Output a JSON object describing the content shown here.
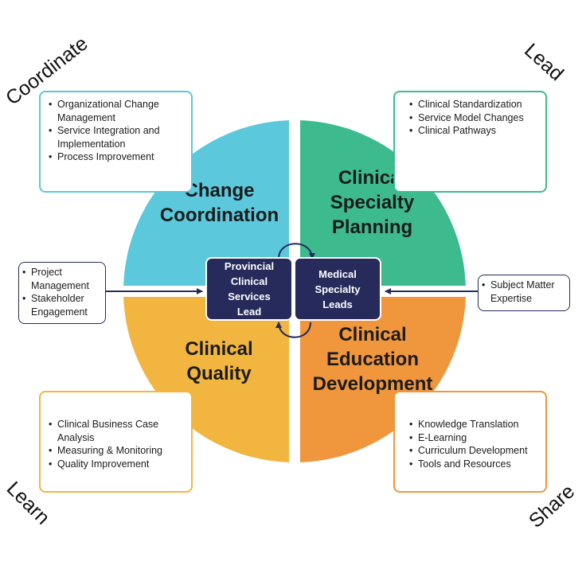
{
  "corners": {
    "top_left": "Coordinate",
    "top_right": "Lead",
    "bottom_left": "Learn",
    "bottom_right": "Share"
  },
  "quadrants": {
    "top_left": {
      "title": "Change\nCoordination",
      "color": "#5bc8dc"
    },
    "top_right": {
      "title": "Clinical\nSpecialty\nPlanning",
      "color": "#3dbb8e"
    },
    "bottom_left": {
      "title": "Clinical\nQuality",
      "color": "#f2b640"
    },
    "bottom_right": {
      "title": "Clinical\nEducation\nDevelopment",
      "color": "#f0963c"
    }
  },
  "boxes": {
    "top_left": {
      "items": [
        "Organizational Change Management",
        "Service Integration and Implementation",
        "Process Improvement"
      ],
      "border_color": "#5bc8dc"
    },
    "top_right": {
      "items": [
        "Clinical Standardization",
        "Service Model Changes",
        "Clinical Pathways"
      ],
      "border_color": "#3dbb8e"
    },
    "bottom_left": {
      "items": [
        "Clinical Business Case Analysis",
        "Measuring & Monitoring",
        "Quality Improvement"
      ],
      "border_color": "#f2b640"
    },
    "bottom_right": {
      "items": [
        "Knowledge Translation",
        "E-Learning",
        "Curriculum Development",
        "Tools and Resources"
      ],
      "border_color": "#f0963c"
    },
    "left_side": {
      "items": [
        "Project Management",
        "Stakeholder Engagement"
      ],
      "border_color": "#262b5c"
    },
    "right_side": {
      "items": [
        "Subject Matter Expertise"
      ],
      "border_color": "#262b5c"
    }
  },
  "center": {
    "left_lead": "Provincial\nClinical\nServices\nLead",
    "right_lead": "Medical\nSpecialty\nLeads",
    "color": "#262b5c"
  }
}
